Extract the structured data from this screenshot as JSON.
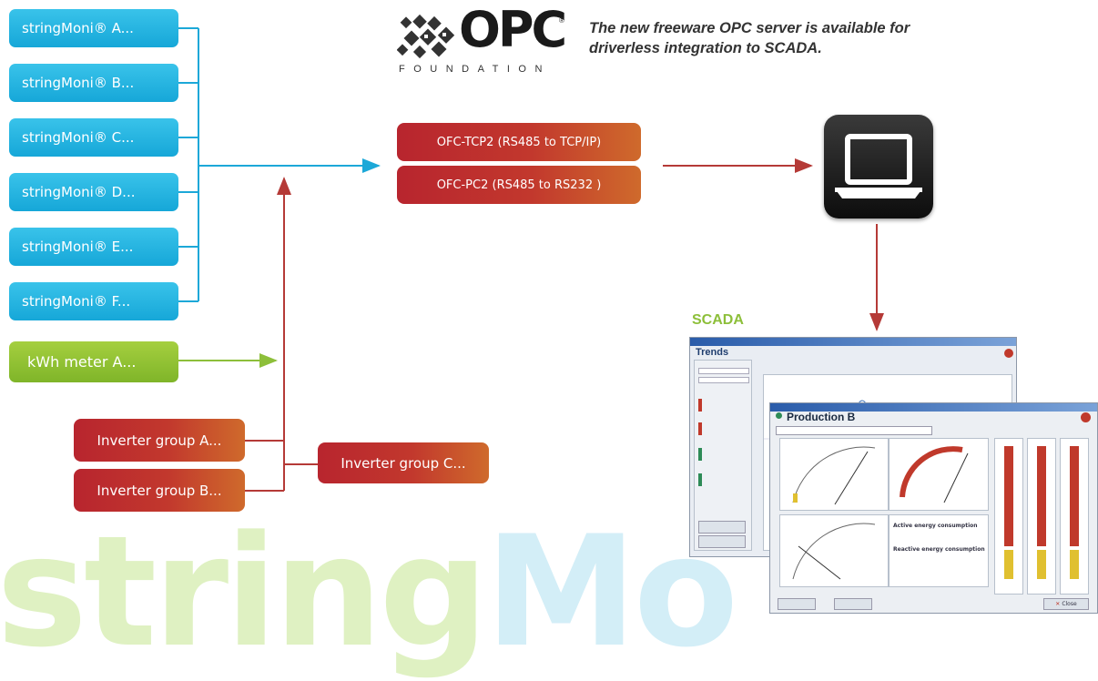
{
  "watermark": {
    "part1": "string",
    "part2": "Mo"
  },
  "logo": {
    "text": "OPC",
    "subtext": "FOUNDATION",
    "registered": "®"
  },
  "tagline": "The new freeware OPC server is available for driverless integration to SCADA.",
  "string_monitors": [
    {
      "label": "stringMoni® A..."
    },
    {
      "label": "stringMoni® B..."
    },
    {
      "label": "stringMoni® C..."
    },
    {
      "label": "stringMoni® D..."
    },
    {
      "label": "stringMoni® E..."
    },
    {
      "label": "stringMoni® F..."
    }
  ],
  "kwh_meter": {
    "label": "kWh meter A..."
  },
  "inverter_groups": [
    {
      "label": "Inverter group A..."
    },
    {
      "label": "Inverter group B..."
    },
    {
      "label": "Inverter group C..."
    }
  ],
  "converters": [
    {
      "label": "OFC-TCP2 (RS485 to TCP/IP)"
    },
    {
      "label": "OFC-PC2 (RS485 to RS232 )"
    }
  ],
  "computer": {
    "icon": "laptop-icon"
  },
  "scada": {
    "label": "SCADA",
    "back_window_title": "Trends",
    "front_window_title": "Production B",
    "energy_active": "Active energy consumption",
    "energy_reactive": "Reactive energy consumption",
    "button_close": "Close"
  },
  "colors": {
    "blue": "#1fb0de",
    "green": "#8dbf3a",
    "red": "#b83a34",
    "blue_line": "#1ca8d8",
    "red_line": "#b53a37"
  }
}
